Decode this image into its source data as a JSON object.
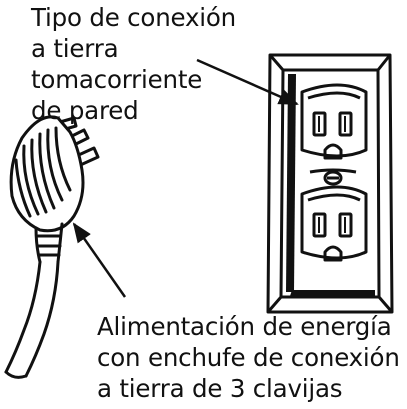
{
  "labels": {
    "outlet": {
      "lines": [
        "Tipo de conexión",
        "a tierra",
        "tomacorriente",
        "de pared"
      ]
    },
    "plug": {
      "lines": [
        "Alimentación de energía",
        "con enchufe de conexión",
        "a tierra de 3 clavijas"
      ]
    }
  },
  "colors": {
    "ink": "#111111",
    "background": "#ffffff"
  }
}
